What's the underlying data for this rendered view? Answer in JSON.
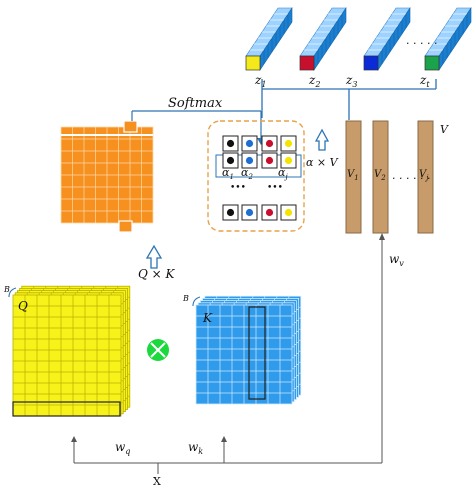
{
  "labels": {
    "softmax": "Softmax",
    "alpha_times_v": "α × V",
    "q_times_k": "Q × K",
    "v": "V",
    "q": "Q",
    "k": "K",
    "b_q": "B",
    "b_k": "B",
    "x": "X",
    "wq": "w",
    "wq_sub": "q",
    "wk": "w",
    "wk_sub": "k",
    "wv": "w",
    "wv_sub": "v",
    "dots_top": ". . . . .",
    "dots_v": ". . . . . .",
    "dots_a1": "•••",
    "dots_a2": "•••"
  },
  "outputs": [
    {
      "main": "z",
      "sub": "1",
      "face": "#f4ea1b"
    },
    {
      "main": "z",
      "sub": "2",
      "face": "#c8102e"
    },
    {
      "main": "z",
      "sub": "3",
      "face": "#0a2bd6"
    },
    {
      "main": "z",
      "sub": "t",
      "face": "#1aa34a"
    }
  ],
  "v_columns": [
    {
      "main": "V",
      "sub": "1"
    },
    {
      "main": "V",
      "sub": "2"
    },
    {
      "main": "V",
      "sub": "j"
    }
  ],
  "alphas": [
    {
      "main": "α",
      "sub": "1"
    },
    {
      "main": "α",
      "sub": "2"
    },
    {
      "main": "α",
      "sub": "j"
    }
  ],
  "dot_colors": [
    "#111111",
    "#1f6fd1",
    "#c8102e",
    "#f2e600"
  ],
  "colors": {
    "orange": "#f6901e",
    "yellow": "#f7f21a",
    "blue": "#2f9bea",
    "brown": "#c89b6a",
    "cube_top": "#9fd3ff",
    "cube_side": "#1b7fd1",
    "cube_face": "#3aa6f2",
    "arrow_blue": "#2e74b5",
    "dash_orange": "#e8a24a",
    "multiply_green": "#1bd83d"
  }
}
